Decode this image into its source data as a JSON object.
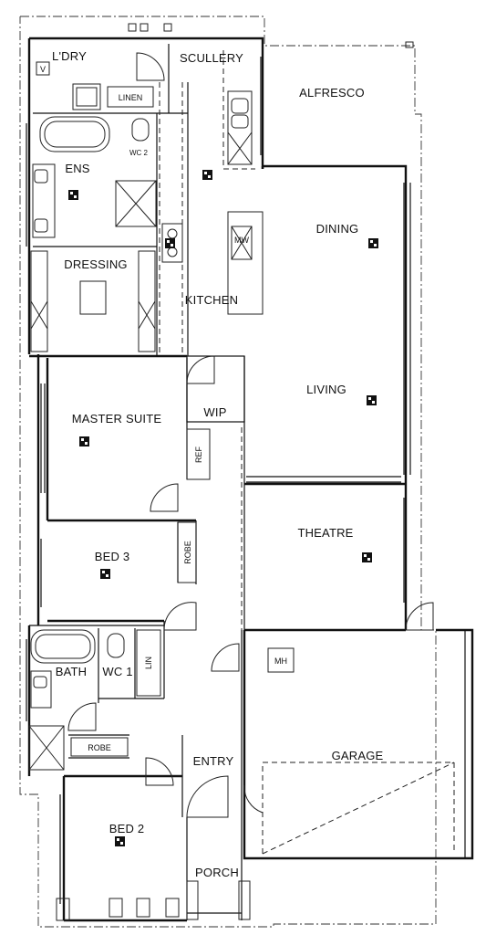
{
  "plan": {
    "rooms": {
      "laundry": "L'DRY",
      "scullery": "SCULLERY",
      "alfresco": "ALFRESCO",
      "ensuite": "ENS",
      "wc2": "WC 2",
      "dining": "DINING",
      "dressing": "DRESSING",
      "kitchen": "KITCHEN",
      "living": "LIVING",
      "master_suite": "MASTER SUITE",
      "wip": "WIP",
      "bed3": "BED 3",
      "theatre": "THEATRE",
      "bath": "BATH",
      "wc1": "WC 1",
      "garage": "GARAGE",
      "entry": "ENTRY",
      "bed2": "BED 2",
      "porch": "PORCH"
    },
    "fixtures": {
      "linen": "LINEN",
      "lin": "LIN",
      "robe_bed3": "ROBE",
      "robe_bed2": "ROBE",
      "mh": "MH",
      "mw": "MW",
      "v": "V",
      "ref": "REF"
    }
  }
}
